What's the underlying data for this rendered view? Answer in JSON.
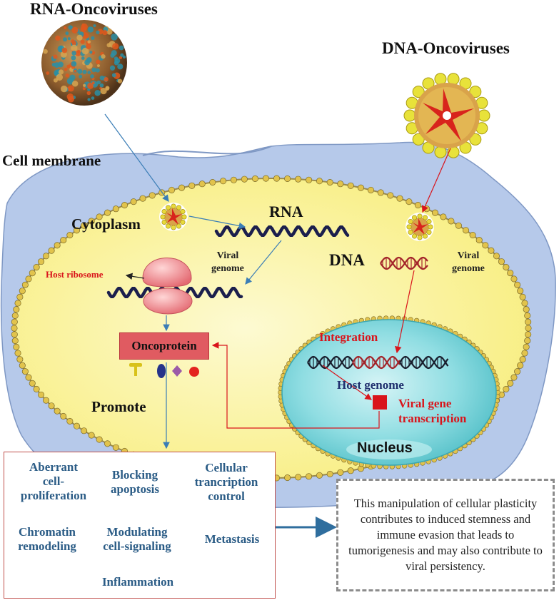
{
  "labels": {
    "rna_oncoviruses": "RNA-Oncoviruses",
    "dna_oncoviruses": "DNA-Oncoviruses",
    "cell_membrane": "Cell membrane",
    "cytoplasm": "Cytoplasm",
    "rna": "RNA",
    "dna": "DNA",
    "viral_genome_left": "Viral\ngenome",
    "viral_genome_right": "Viral\ngenome",
    "host_ribosome": "Host ribosome",
    "oncoprotein": "Oncoprotein",
    "integration": "Integration",
    "host_genome": "Host genome",
    "viral_gene_transcription": "Viral gene\ntranscription",
    "nucleus": "Nucleus",
    "promote": "Promote"
  },
  "outcomes": [
    "Aberrant\ncell-\nproliferation",
    "Blocking\napoptosis",
    "Cellular\ntrancription\ncontrol",
    "Chromatin\nremodeling",
    "Modulating\ncell-signaling",
    "Metastasis",
    "Inflammation"
  ],
  "summary": "This manipulation of cellular plasticity contributes to induced stemness and immune evasion that leads to tumorigenesis and may also contribute to viral persistency.",
  "colors": {
    "cell_fill": "#fbf59e",
    "membrane_bead": "#e1c34c",
    "outer_cell": "#b6c9ea",
    "nucleus": "#7fd6dc",
    "rna_strand": "#1b1f4d",
    "red_accent": "#d9141b",
    "blue_arrow": "#3a7db6",
    "outcome_text": "#2b5c86"
  }
}
